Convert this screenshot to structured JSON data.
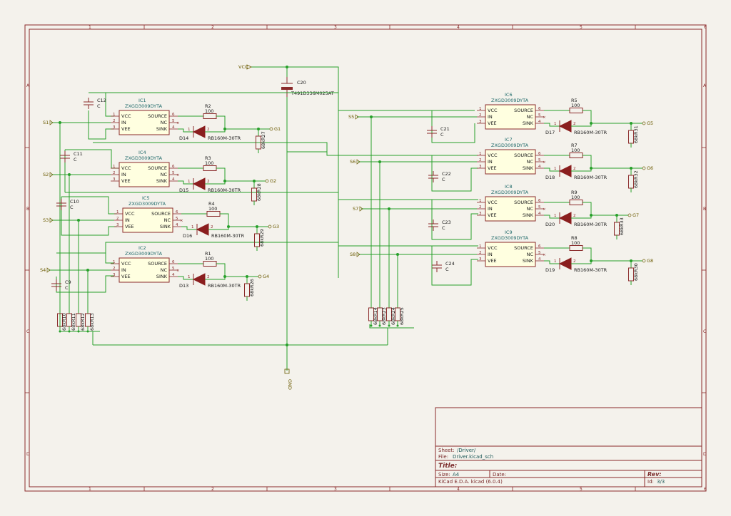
{
  "power": {
    "vcc": "VCC",
    "gnd": "GND"
  },
  "bulk_cap": {
    "ref": "C20",
    "value": "T491D336M025AT"
  },
  "column_refs": [
    "1",
    "2",
    "3",
    "4",
    "5",
    "6"
  ],
  "row_refs": [
    "A",
    "B",
    "C",
    "D"
  ],
  "drivers": [
    {
      "ic": "IC1",
      "part": "ZXGD3009DYTA",
      "in": "S1",
      "out": "G1",
      "cap": "C12",
      "cap_val": "C",
      "r_gate": "R2",
      "r_gate_val": "100",
      "diode": "D14",
      "diode_val": "RB160M-30TR",
      "r_pull": "R27",
      "r_pull_val": "68k",
      "r_in": "R10",
      "r_in_val": "68k"
    },
    {
      "ic": "IC4",
      "part": "ZXGD3009DYTA",
      "in": "S2",
      "out": "G2",
      "cap": "C11",
      "cap_val": "C",
      "r_gate": "R3",
      "r_gate_val": "100",
      "diode": "D15",
      "diode_val": "RB160M-30TR",
      "r_pull": "R28",
      "r_pull_val": "68k",
      "r_in": "R11",
      "r_in_val": "68k"
    },
    {
      "ic": "IC5",
      "part": "ZXGD3009DYTA",
      "in": "S3",
      "out": "G3",
      "cap": "C10",
      "cap_val": "C",
      "r_gate": "R4",
      "r_gate_val": "100",
      "diode": "D16",
      "diode_val": "RB160M-30TR",
      "r_pull": "R29",
      "r_pull_val": "68k",
      "r_in": "R12",
      "r_in_val": "68k"
    },
    {
      "ic": "IC2",
      "part": "ZXGD3009DYTA",
      "in": "S4",
      "out": "G4",
      "cap": "C9",
      "cap_val": "C",
      "r_gate": "R1",
      "r_gate_val": "100",
      "diode": "D13",
      "diode_val": "RB160M-30TR",
      "r_pull": "R26",
      "r_pull_val": "68k",
      "r_in": "R13",
      "r_in_val": "68k"
    },
    {
      "ic": "IC6",
      "part": "ZXGD3009DYTA",
      "in": "S5",
      "out": "G5",
      "cap": "C21",
      "cap_val": "C",
      "r_gate": "R5",
      "r_gate_val": "100",
      "diode": "D17",
      "diode_val": "RB160M-30TR",
      "r_pull": "R31",
      "r_pull_val": "68k",
      "r_in": "R14",
      "r_in_val": "68k"
    },
    {
      "ic": "IC7",
      "part": "ZXGD3009DYTA",
      "in": "S6",
      "out": "G6",
      "cap": "C22",
      "cap_val": "C",
      "r_gate": "R7",
      "r_gate_val": "100",
      "diode": "D18",
      "diode_val": "RB160M-30TR",
      "r_pull": "R32",
      "r_pull_val": "68k",
      "r_in": "R23",
      "r_in_val": "68k"
    },
    {
      "ic": "IC8",
      "part": "ZXGD3009DYTA",
      "in": "S7",
      "out": "G7",
      "cap": "C23",
      "cap_val": "C",
      "r_gate": "R9",
      "r_gate_val": "100",
      "diode": "D20",
      "diode_val": "RB160M-30TR",
      "r_pull": "R33",
      "r_pull_val": "68k",
      "r_in": "R24",
      "r_in_val": "68k"
    },
    {
      "ic": "IC9",
      "part": "ZXGD3009DYTA",
      "in": "S8",
      "out": "G8",
      "cap": "C24",
      "cap_val": "C",
      "r_gate": "R8",
      "r_gate_val": "100",
      "diode": "D19",
      "diode_val": "RB160M-30TR",
      "r_pull": "R30",
      "r_pull_val": "68k",
      "r_in": "R25",
      "r_in_val": "68k"
    }
  ],
  "ic_pins": {
    "vcc": "VCC",
    "in": "IN",
    "vee": "VEE",
    "source": "SOURCE",
    "nc": "NC",
    "sink": "SINK"
  },
  "title_block": {
    "sheet_label": "Sheet:",
    "sheet": "/Driver/",
    "file_label": "File:",
    "file": "Driver.kicad_sch",
    "title_label": "Title:",
    "title": "",
    "size_label": "Size:",
    "size": "A4",
    "date_label": "Date:",
    "date": "",
    "rev_label": "Rev:",
    "rev": "",
    "tool": "KiCad E.D.A.  kicad (6.0.4)",
    "id_label": "Id:",
    "id": "3/3"
  },
  "colors": {
    "frame": "#8a2a2a",
    "wire": "#27a02a",
    "ic_fill": "#ffffe0",
    "background": "#f4f2ec"
  }
}
